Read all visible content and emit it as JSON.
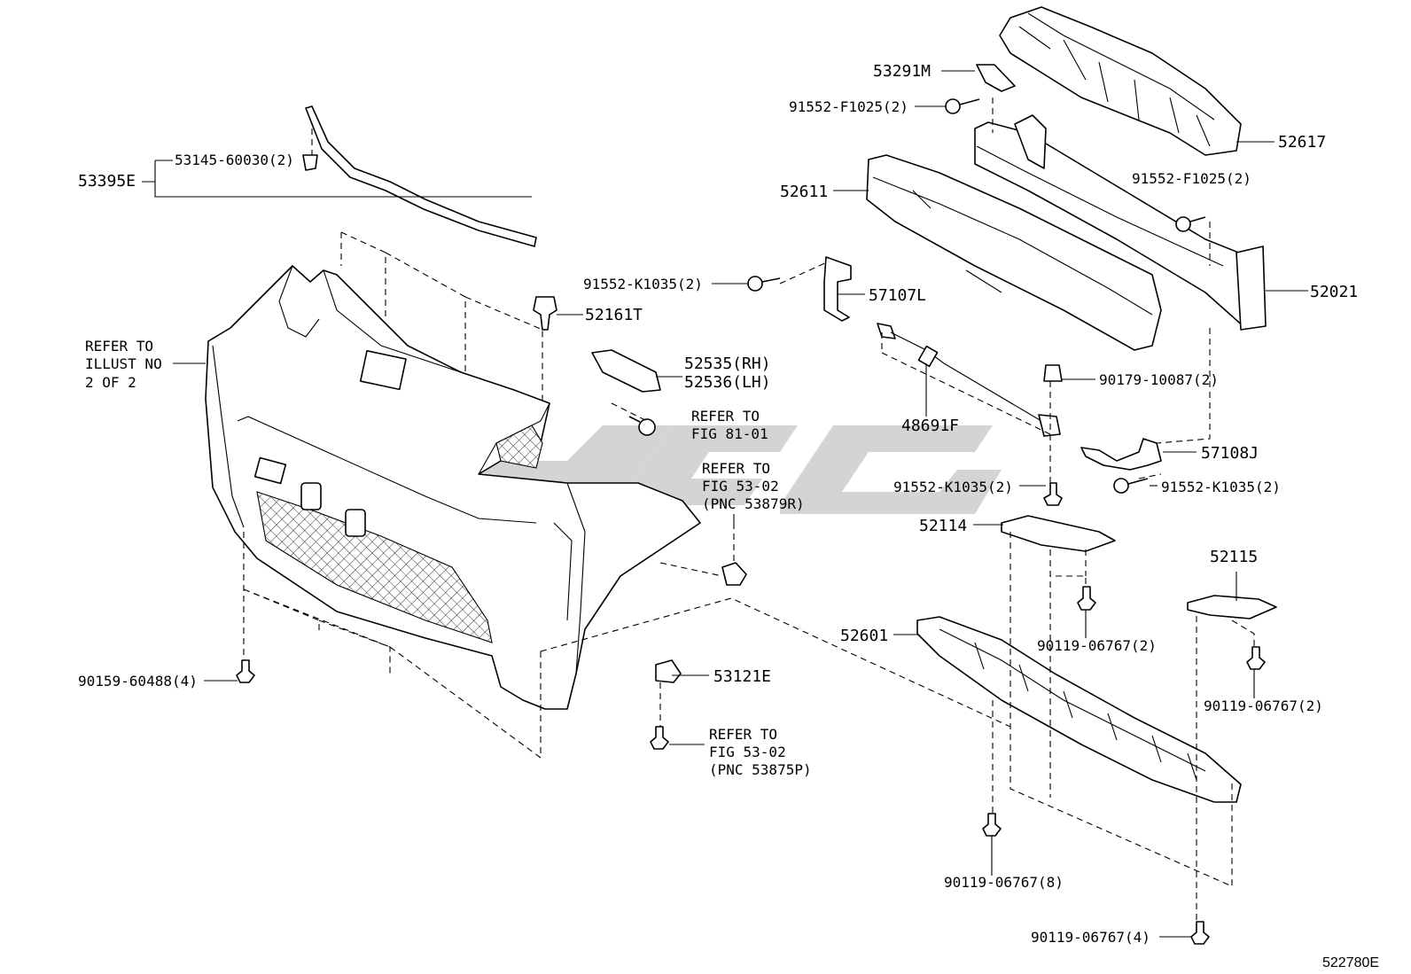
{
  "diagram_id": "522780E",
  "labels": {
    "l53291M": "53291M",
    "l91552F1025_a": "91552-F1025(2)",
    "l52617": "52617",
    "l91552F1025_b": "91552-F1025(2)",
    "l53145": "53145-60030(2)",
    "l53395E": "53395E",
    "l52611": "52611",
    "l52021": "52021",
    "l91552K1035_a": "91552-K1035(2)",
    "l57107L": "57107L",
    "l52161T": "52161T",
    "l52535": "52535(RH)",
    "l52536": "52536(LH)",
    "refer_illust_1": "REFER TO",
    "refer_illust_2": "ILLUST NO",
    "refer_illust_3": "2 OF 2",
    "refer_fig81_1": "REFER TO",
    "refer_fig81_2": "FIG 81-01",
    "refer_fig5302a_1": "REFER TO",
    "refer_fig5302a_2": "FIG 53-02",
    "refer_fig5302a_3": "(PNC 53879R)",
    "l90179": "90179-10087(2)",
    "l48691F": "48691F",
    "l57108J": "57108J",
    "l91552K1035_b": "91552-K1035(2)",
    "l91552K1035_c": "91552-K1035(2)",
    "l52114": "52114",
    "l52115": "52115",
    "l90119_a": "90119-06767(2)",
    "l90119_b": "90119-06767(2)",
    "l52601": "52601",
    "l90159": "90159-60488(4)",
    "l53121E": "53121E",
    "refer_fig5302b_1": "REFER TO",
    "refer_fig5302b_2": "FIG 53-02",
    "refer_fig5302b_3": "(PNC 53875P)",
    "l90119_c": "90119-06767(8)",
    "l90119_d": "90119-06767(4)"
  }
}
